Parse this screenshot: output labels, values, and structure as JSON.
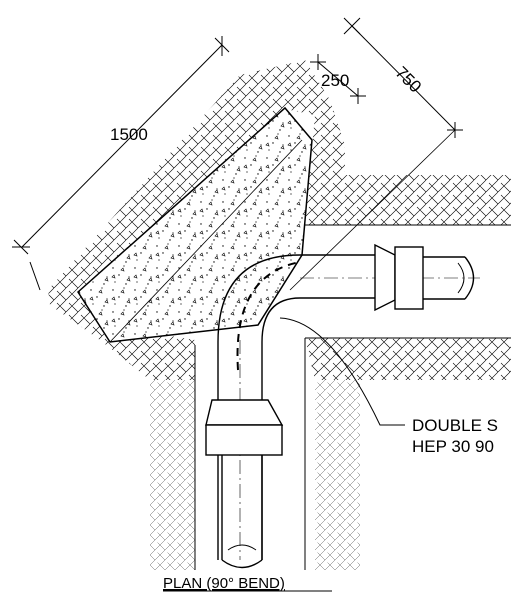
{
  "dimensions": {
    "length": "1500",
    "thickness": "250",
    "depth": "750"
  },
  "callout": {
    "line1": "DOUBLE S",
    "line2": "HEP 30 90"
  },
  "title": "PLAN (90° BEND)"
}
